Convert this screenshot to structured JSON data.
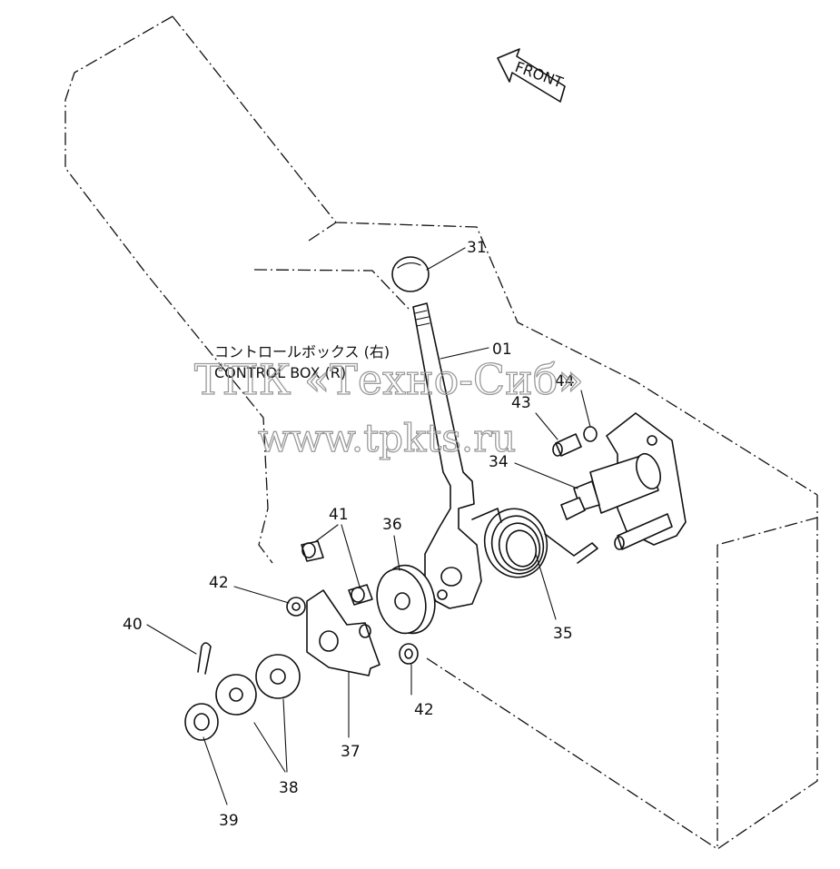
{
  "front_arrow": {
    "text": "FRONT"
  },
  "box_label": {
    "japanese": "コントロールボックス (右)",
    "english": "CONTROL BOX (R)"
  },
  "watermark": {
    "line1": "ТПК «Техно-Сиб»",
    "line2": "www.tpkts.ru"
  },
  "parts": {
    "p31": "31",
    "p01": "01",
    "p44": "44",
    "p43": "43",
    "p34": "34",
    "p36": "36",
    "p41": "41",
    "p42a": "42",
    "p42b": "42",
    "p35": "35",
    "p40": "40",
    "p37": "37",
    "p38": "38",
    "p39": "39"
  }
}
